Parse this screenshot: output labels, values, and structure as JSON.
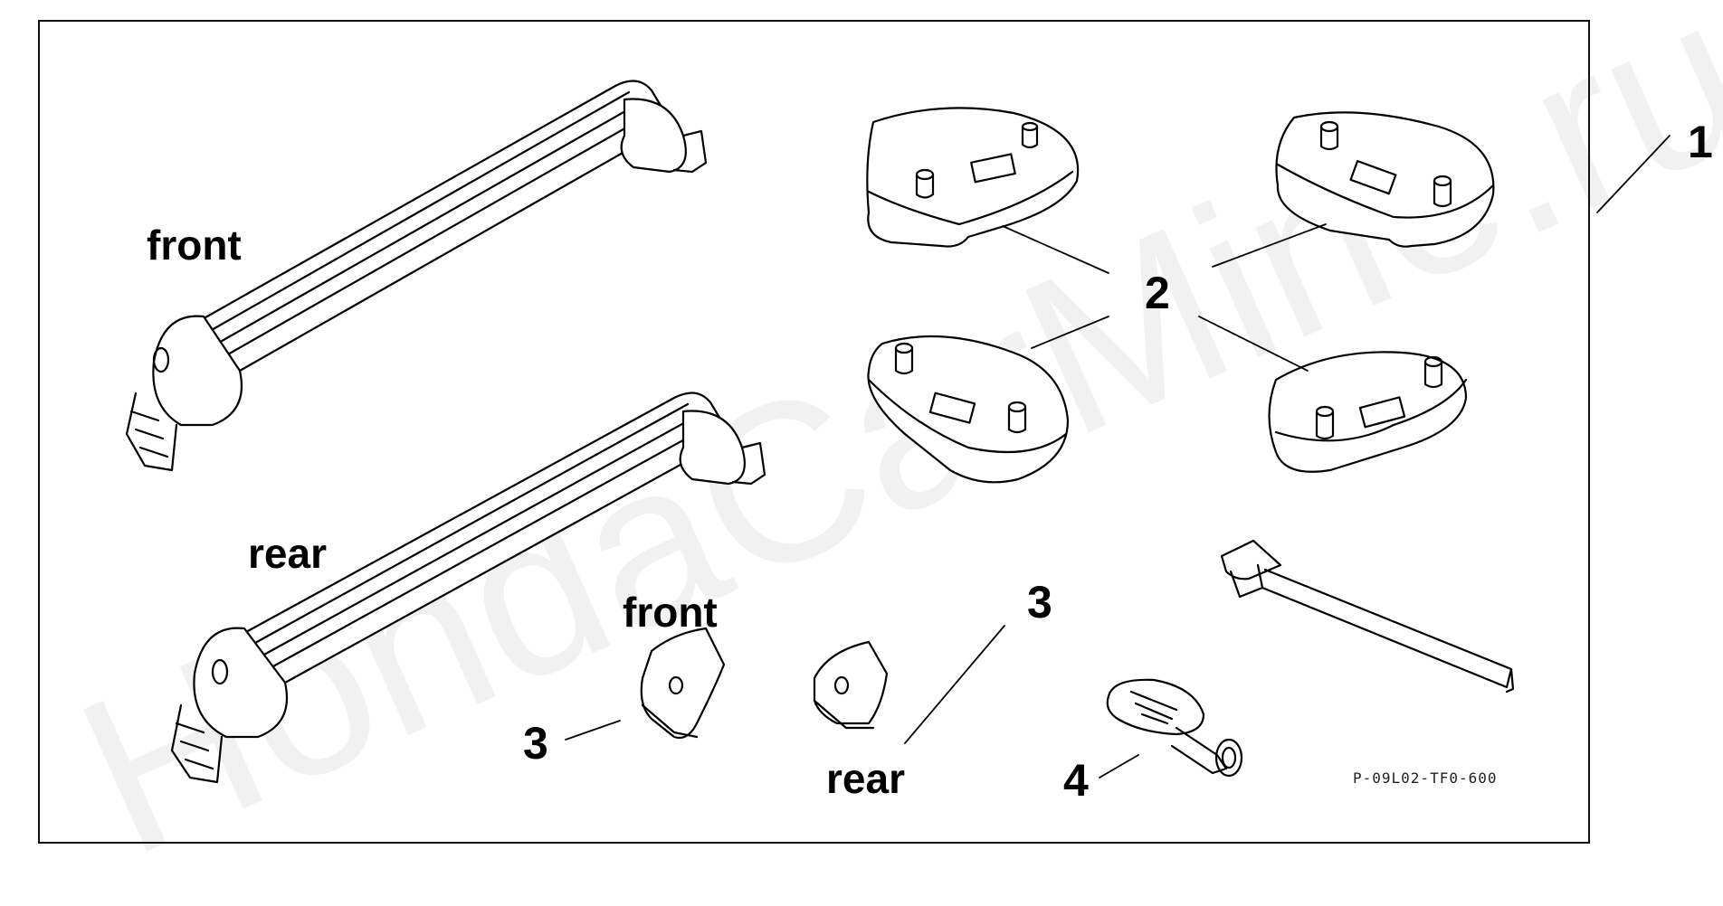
{
  "watermark": "HondaCarMine.ru",
  "labels": {
    "front_bar": "front",
    "rear_bar": "rear",
    "front_cap": "front",
    "rear_cap": "rear",
    "callout_1": "1",
    "callout_2": "2",
    "callout_3_left": "3",
    "callout_3_right": "3",
    "callout_4": "4"
  },
  "part_code": "P-09L02-TF0-600"
}
